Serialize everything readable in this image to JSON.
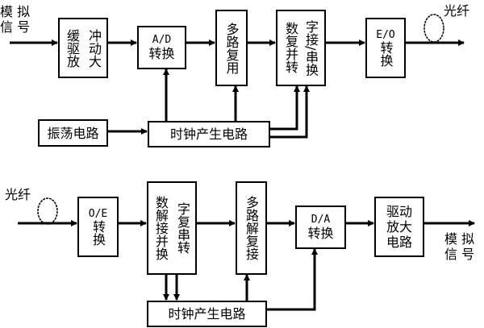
{
  "diagram": {
    "transmitter": {
      "input_label": [
        "模 拟",
        "信 号"
      ],
      "buffer_amp": {
        "col1": "缓驱放",
        "col2": "冲动大"
      },
      "ad": {
        "line1": "A/D",
        "line2": "转换"
      },
      "mux": "多路复用",
      "ps": {
        "col1": "数复并转",
        "col2": "字接/串换"
      },
      "eo": {
        "line1": "E/O",
        "line2": "转换"
      },
      "osc": "振荡电路",
      "clock": "时钟产生电路",
      "fiber_label": "光纤"
    },
    "receiver": {
      "fiber_label": "光纤",
      "oe": {
        "line1": "O/E",
        "line2": "转换"
      },
      "sp": {
        "col1": "数解接并换",
        "col2": "字复串转"
      },
      "demux": "多路解复接",
      "da": {
        "line1": "D/A",
        "line2": "转换"
      },
      "driver": {
        "line1": "驱动",
        "line2": "放大",
        "line3": "电路"
      },
      "clock": "时钟产生电路",
      "output_label": [
        "模 拟",
        "信 号"
      ]
    }
  }
}
